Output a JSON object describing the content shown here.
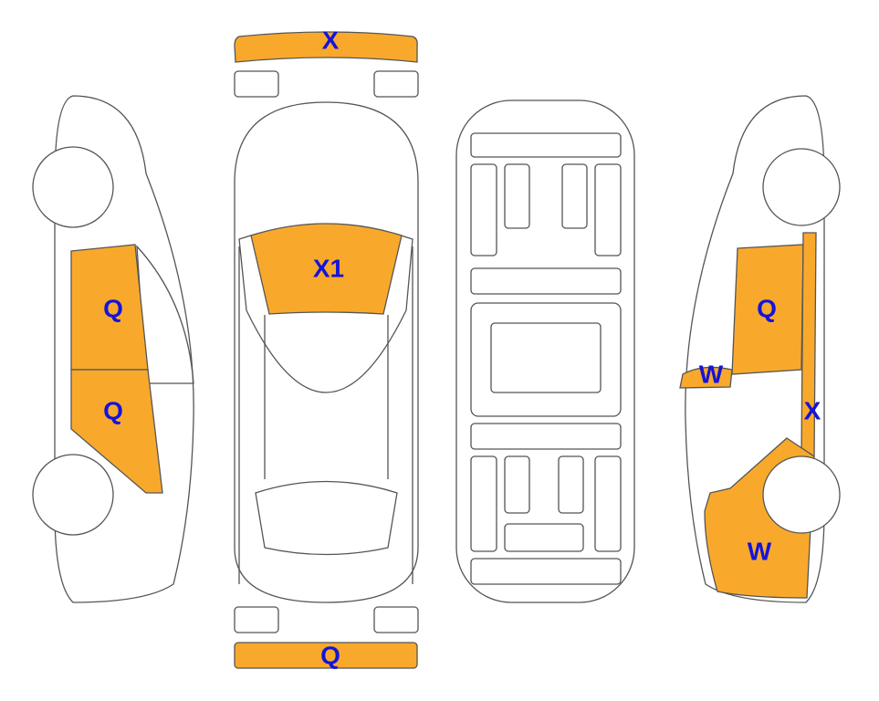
{
  "colors": {
    "damage": "#F8A92C",
    "label": "#1414D8",
    "outline": "#555555"
  },
  "zones": {
    "front_bumper": {
      "code": "X"
    },
    "windshield": {
      "code": "X1"
    },
    "rear_bumper": {
      "code": "Q"
    },
    "left_front_door": {
      "code": "Q"
    },
    "left_rear_door": {
      "code": "Q"
    },
    "right_front_door": {
      "code": "Q"
    },
    "right_mirror_area": {
      "code": "W"
    },
    "right_pillar": {
      "code": "X"
    },
    "right_rear_quarter": {
      "code": "W"
    }
  }
}
